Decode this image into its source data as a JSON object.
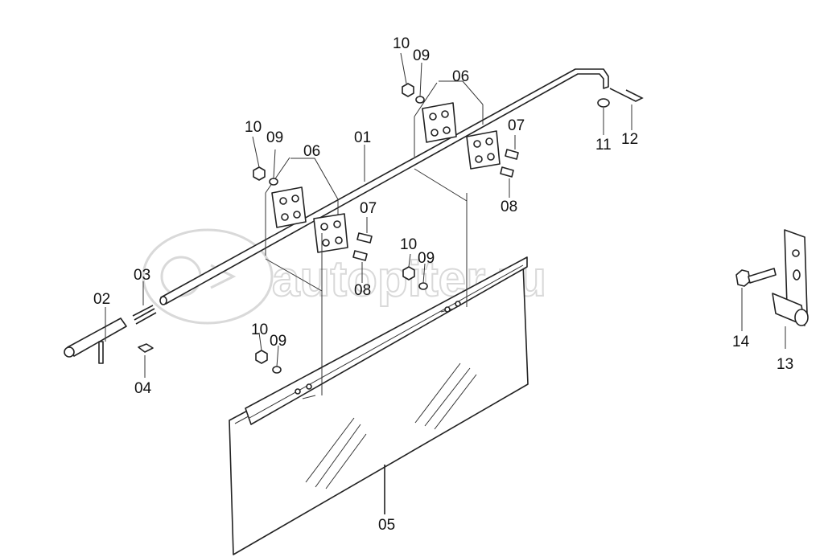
{
  "watermark": {
    "text": "autopiter.ru"
  },
  "callouts": [
    {
      "id": "c01",
      "text": "01"
    },
    {
      "id": "c02",
      "text": "02"
    },
    {
      "id": "c03",
      "text": "03"
    },
    {
      "id": "c04",
      "text": "04"
    },
    {
      "id": "c05",
      "text": "05"
    },
    {
      "id": "c06a",
      "text": "06"
    },
    {
      "id": "c06b",
      "text": "06"
    },
    {
      "id": "c07a",
      "text": "07"
    },
    {
      "id": "c07b",
      "text": "07"
    },
    {
      "id": "c08a",
      "text": "08"
    },
    {
      "id": "c08b",
      "text": "08"
    },
    {
      "id": "c09a",
      "text": "09"
    },
    {
      "id": "c09b",
      "text": "09"
    },
    {
      "id": "c09c",
      "text": "09"
    },
    {
      "id": "c09d",
      "text": "09"
    },
    {
      "id": "c10a",
      "text": "10"
    },
    {
      "id": "c10b",
      "text": "10"
    },
    {
      "id": "c10c",
      "text": "10"
    },
    {
      "id": "c10d",
      "text": "10"
    },
    {
      "id": "c11",
      "text": "11"
    },
    {
      "id": "c12",
      "text": "12"
    },
    {
      "id": "c13",
      "text": "13"
    },
    {
      "id": "c14",
      "text": "14"
    }
  ]
}
